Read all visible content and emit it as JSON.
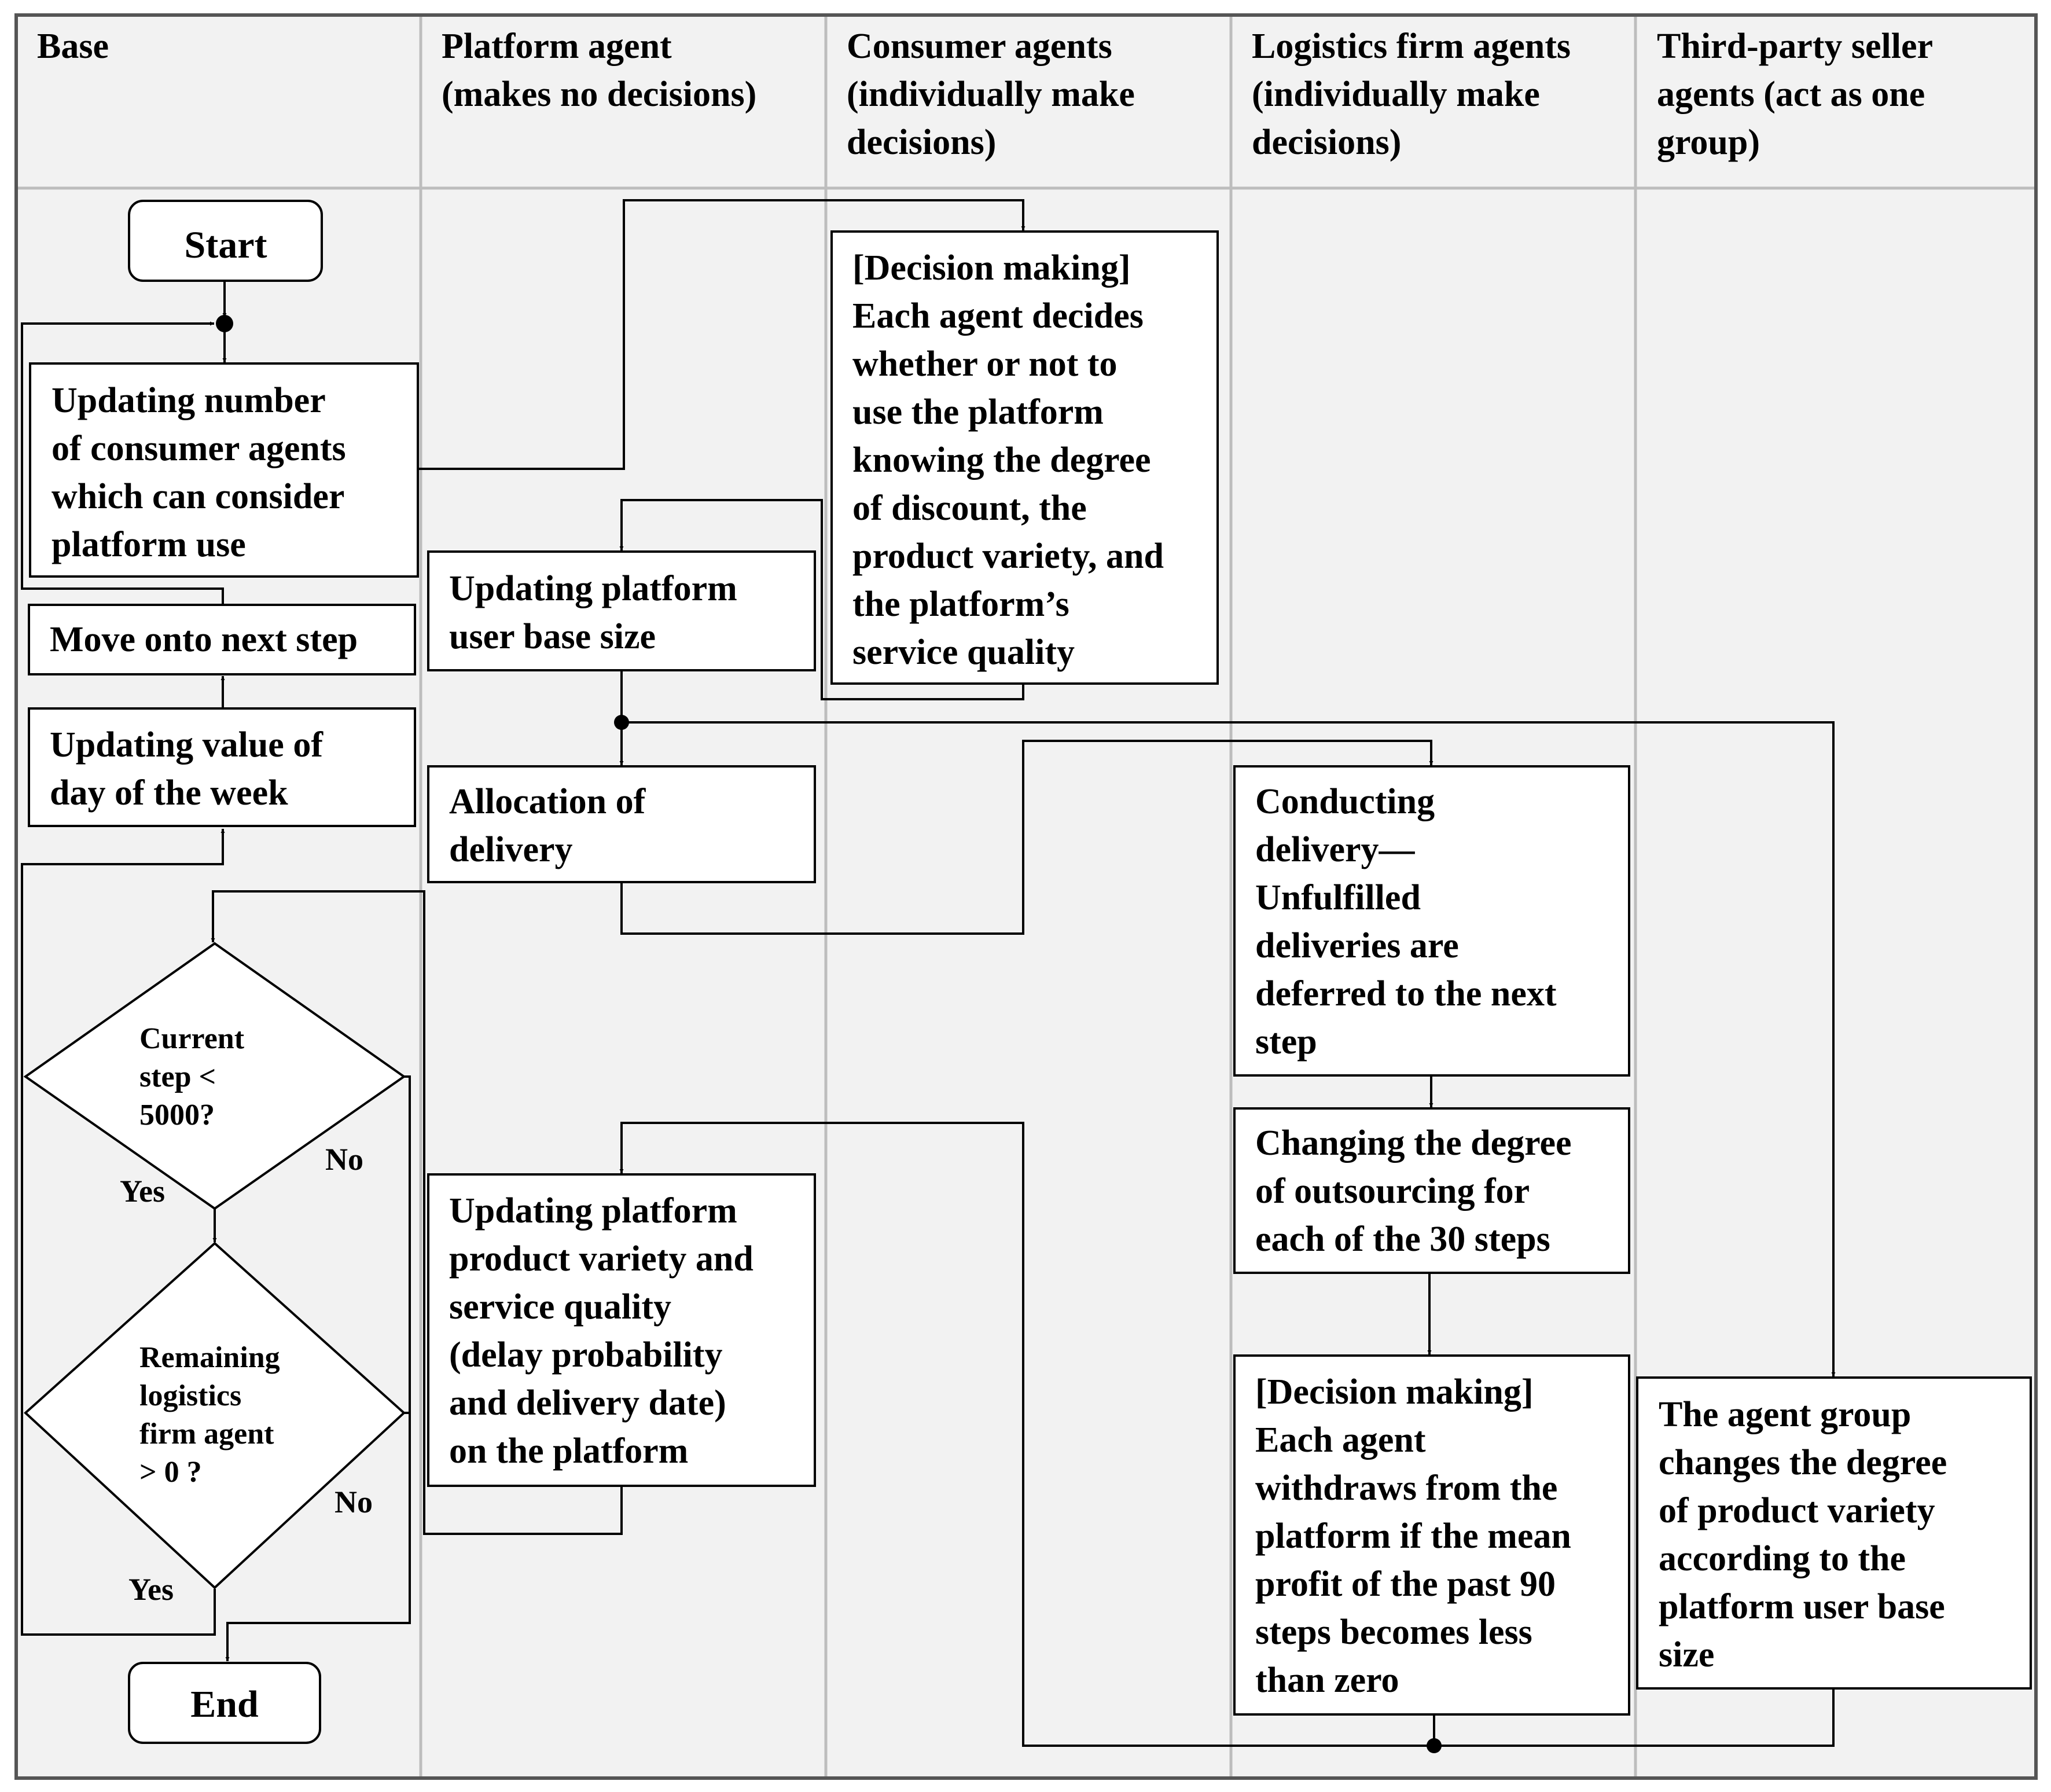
{
  "lanes": [
    {
      "id": "base",
      "header": [
        "Base"
      ]
    },
    {
      "id": "platform",
      "header": [
        "Platform agent",
        "(makes no decisions)"
      ]
    },
    {
      "id": "consumer",
      "header": [
        "Consumer agents",
        "(individually make",
        "decisions)"
      ]
    },
    {
      "id": "logistics",
      "header": [
        "Logistics firm agents",
        "(individually make",
        "decisions)"
      ]
    },
    {
      "id": "seller",
      "header": [
        "Third-party  seller",
        "agents (act as one",
        "group)"
      ]
    }
  ],
  "nodes": {
    "start": [
      "Start"
    ],
    "update_consumers": [
      "Updating number",
      "of consumer agents",
      "which can consider",
      "platform use"
    ],
    "next_step": [
      "Move onto next step"
    ],
    "update_day": [
      "Updating value of",
      "day of the week"
    ],
    "cond_step": [
      "Current",
      "step  <",
      "5000?"
    ],
    "cond_remaining": [
      "Remaining",
      "logistics",
      "firm agent",
      "> 0 ?"
    ],
    "end": [
      "End"
    ],
    "update_userbase": [
      "Updating platform",
      "user base size"
    ],
    "allocation": [
      "Allocation  of",
      "delivery"
    ],
    "update_variety": [
      "Updating platform",
      "product variety and",
      "service quality",
      "(delay probability",
      "and delivery date)",
      "on the platform"
    ],
    "consumer_decision": [
      "[Decision making]",
      "Each agent decides",
      "whether or not to",
      "use the platform",
      "knowing the degree",
      "of discount, the",
      "product variety, and",
      "the platform’s",
      "service quality"
    ],
    "conduct_delivery": [
      "Conducting",
      "delivery—",
      "Unfulfilled",
      "deliveries are",
      "deferred  to the next",
      "step"
    ],
    "change_outsourcing": [
      "Changing the degree",
      "of outsourcing  for",
      "each of the 30 steps"
    ],
    "logistics_decision": [
      "[Decision making]",
      "Each agent",
      "withdraws  from the",
      "platform if the mean",
      "profit of the past 90",
      "steps becomes less",
      "than zero"
    ],
    "seller_change": [
      "The agent group",
      "changes the degree",
      "of product variety",
      "according to the",
      "platform user base",
      "size"
    ]
  },
  "branch_labels": {
    "yes_1": "Yes",
    "no_1": "No",
    "yes_2": "Yes",
    "no_2": "No"
  }
}
